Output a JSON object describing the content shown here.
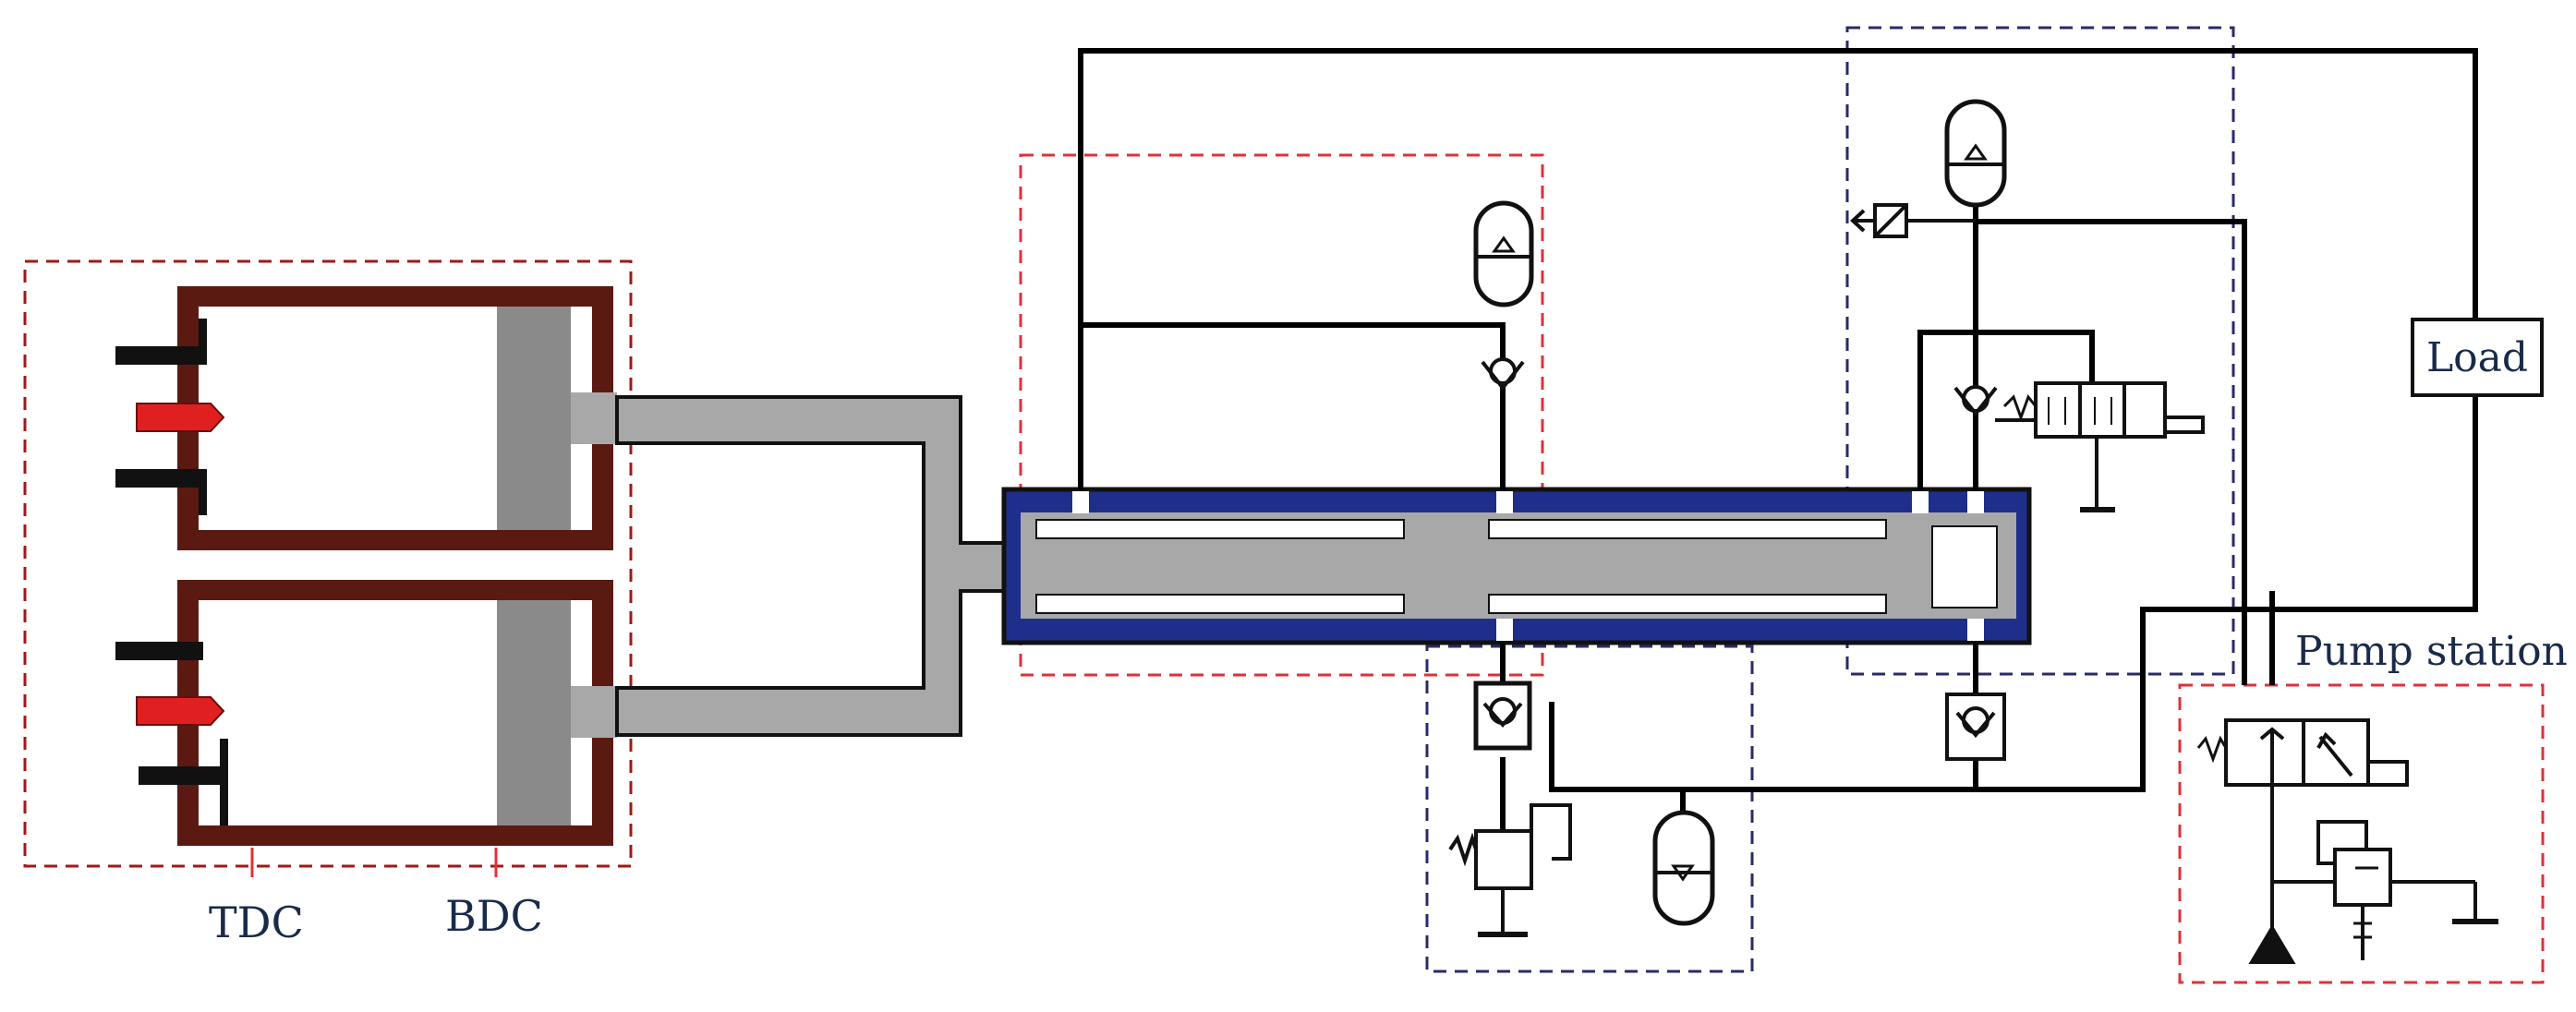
{
  "labels": {
    "tdc": "TDC",
    "bdc": "BDC",
    "load": "Load",
    "pump_station": "Pump station"
  },
  "colors": {
    "engine_wall": "#5a1a12",
    "piston": "#8a8a8a",
    "rod": "#a8a8a8",
    "cylinder_blue": "#1e2e8a",
    "red_dash": "#e0303a",
    "blue_dash": "#2a2a6a",
    "injector_red": "#e02020",
    "line": "#000000"
  }
}
